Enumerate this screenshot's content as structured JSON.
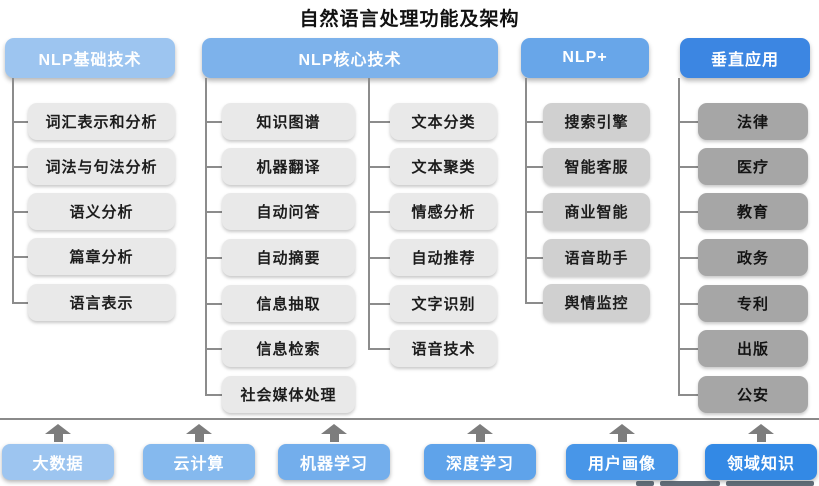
{
  "title": "自然语言处理功能及架构",
  "columns": [
    {
      "header": "NLP基础技术",
      "items": [
        "词汇表示和分析",
        "词法与句法分析",
        "语义分析",
        "篇章分析",
        "语言表示"
      ]
    },
    {
      "header": "NLP核心技术",
      "left_items": [
        "知识图谱",
        "机器翻译",
        "自动问答",
        "自动摘要",
        "信息抽取",
        "信息检索",
        "社会媒体处理"
      ],
      "right_items": [
        "文本分类",
        "文本聚类",
        "情感分析",
        "自动推荐",
        "文字识别",
        "语音技术"
      ]
    },
    {
      "header": "NLP+",
      "items": [
        "搜索引擎",
        "智能客服",
        "商业智能",
        "语音助手",
        "舆情监控"
      ]
    },
    {
      "header": "垂直应用",
      "items": [
        "法律",
        "医疗",
        "教育",
        "政务",
        "专利",
        "出版",
        "公安"
      ]
    }
  ],
  "foundation_row": {
    "items": [
      "大数据",
      "云计算",
      "机器学习",
      "深度学习",
      "用户画像",
      "领域知识"
    ],
    "arrow_icon": "up-arrow"
  },
  "colors": {
    "header_gradient": [
      "#9dc5f0",
      "#7db2eb",
      "#68a6e9",
      "#3c86e2"
    ],
    "item_light": "#e9e9e9",
    "item_medium": "#d0d0d0",
    "item_dark": "#a6a6a6",
    "foundation_gradient": [
      "#9dc5f0",
      "#85b9ee",
      "#73aeec",
      "#5fa3ea",
      "#4896e8",
      "#3389e5"
    ],
    "connector": "#8c8c8c",
    "arrow": "#7d7d7d",
    "header_text": "#ffffff",
    "item_text": "#1c1c1c"
  }
}
